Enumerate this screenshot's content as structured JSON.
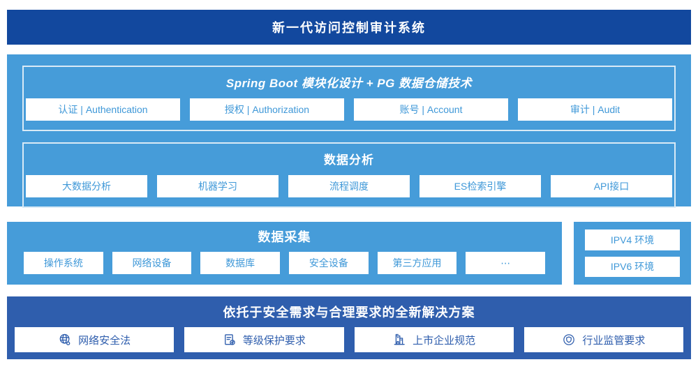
{
  "header": {
    "title": "新一代访问控制审计系统"
  },
  "colors": {
    "header_navy": "#12489E",
    "panel_blue": "#469CD9",
    "solution_navy": "#2F5EAD",
    "box_text_blue": "#3F98D8",
    "inner_border": "#D9EAF6",
    "box_bg": "#FFFFFF"
  },
  "platform": {
    "spring": {
      "title": "Spring Boot 模块化设计 + PG 数据仓储技术",
      "items": [
        "认证 | Authentication",
        "授权 | Authorization",
        "账号 | Account",
        "审计 | Audit"
      ]
    },
    "analysis": {
      "title": "数据分析",
      "items": [
        "大数据分析",
        "机器学习",
        "流程调度",
        "ES检索引擎",
        "API接口"
      ]
    }
  },
  "collection": {
    "title": "数据采集",
    "items": [
      "操作系统",
      "网络设备",
      "数据库",
      "安全设备",
      "第三方应用",
      "⋯"
    ]
  },
  "environment": {
    "items": [
      "IPV4 环境",
      "IPV6 环境"
    ]
  },
  "solution": {
    "title": "依托于安全需求与合理要求的全新解决方案",
    "items": [
      {
        "icon": "globe-icon",
        "label": "网络安全法"
      },
      {
        "icon": "clipboard-check-icon",
        "label": "等级保护要求"
      },
      {
        "icon": "building-icon",
        "label": "上市企业规范"
      },
      {
        "icon": "shield-badge-icon",
        "label": "行业监管要求"
      }
    ]
  }
}
